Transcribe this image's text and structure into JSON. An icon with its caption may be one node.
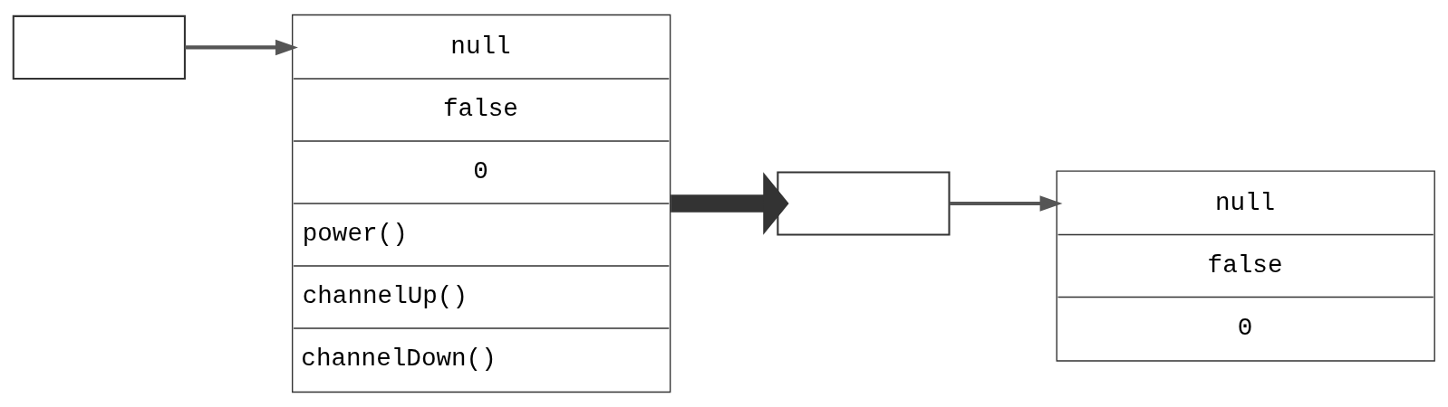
{
  "diagram": {
    "nodes": [
      {
        "text": [],
        "shape": "box"
      },
      {
        "text": [
          "null",
          "false",
          "0",
          "power()",
          "channelUp()",
          "channelDown()"
        ]
      },
      {
        "text": [],
        "shape": "box"
      },
      {
        "text": [
          "null",
          "false",
          "0"
        ]
      }
    ],
    "edges": [
      {
        "from": 0,
        "to": 1,
        "arrow": "to"
      },
      {
        "from": 1,
        "to": 2,
        "arrow": "to",
        "style": "thick",
        "color": "#333333"
      },
      {
        "from": 2,
        "to": 3,
        "arrow": "to"
      }
    ]
  }
}
